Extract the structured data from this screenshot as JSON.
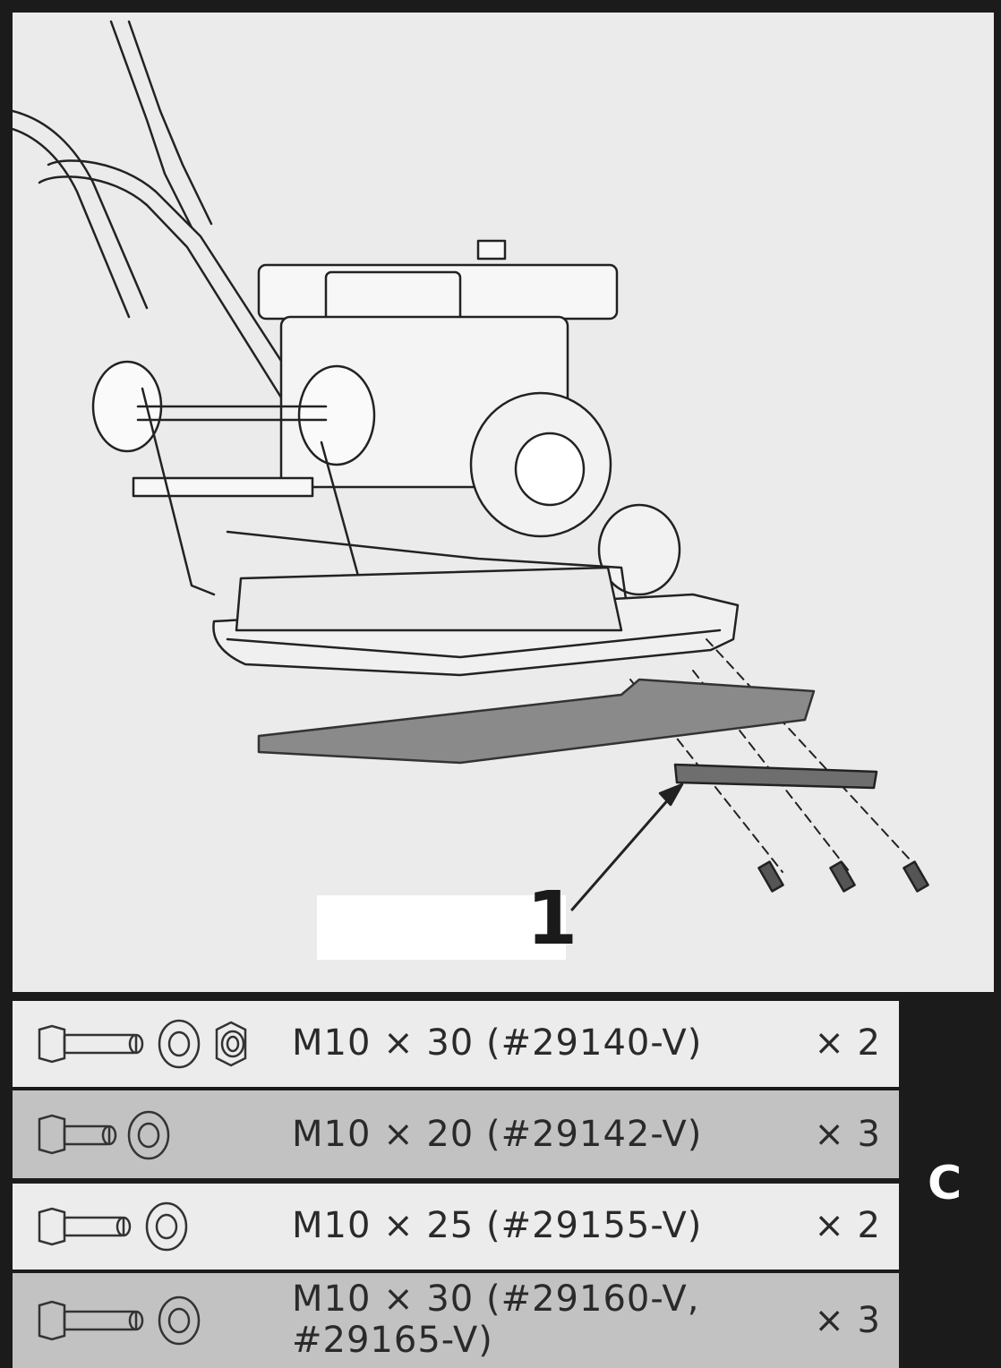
{
  "callout": {
    "number": "1"
  },
  "section_label": "C",
  "parts": [
    {
      "icons": [
        "bolt-icon",
        "washer-icon",
        "nut-icon"
      ],
      "spec": "M10 × 30 (#29140-V)",
      "qty": "× 2"
    },
    {
      "icons": [
        "bolt-icon",
        "washer-icon"
      ],
      "spec": "M10 × 20 (#29142-V)",
      "qty": "× 3"
    },
    {
      "icons": [
        "bolt-icon",
        "washer-icon"
      ],
      "spec": "M10 × 25 (#29155-V)",
      "qty": "× 2"
    },
    {
      "icons": [
        "bolt-icon",
        "washer-icon"
      ],
      "spec": "M10 × 30 (#29160-V,\n#29165-V)",
      "qty": "× 3"
    }
  ],
  "colors": {
    "frame": "#1b1b1b",
    "panel": "#ebebeb",
    "row_light": "#ececec",
    "row_dark": "#c2c2c2"
  }
}
